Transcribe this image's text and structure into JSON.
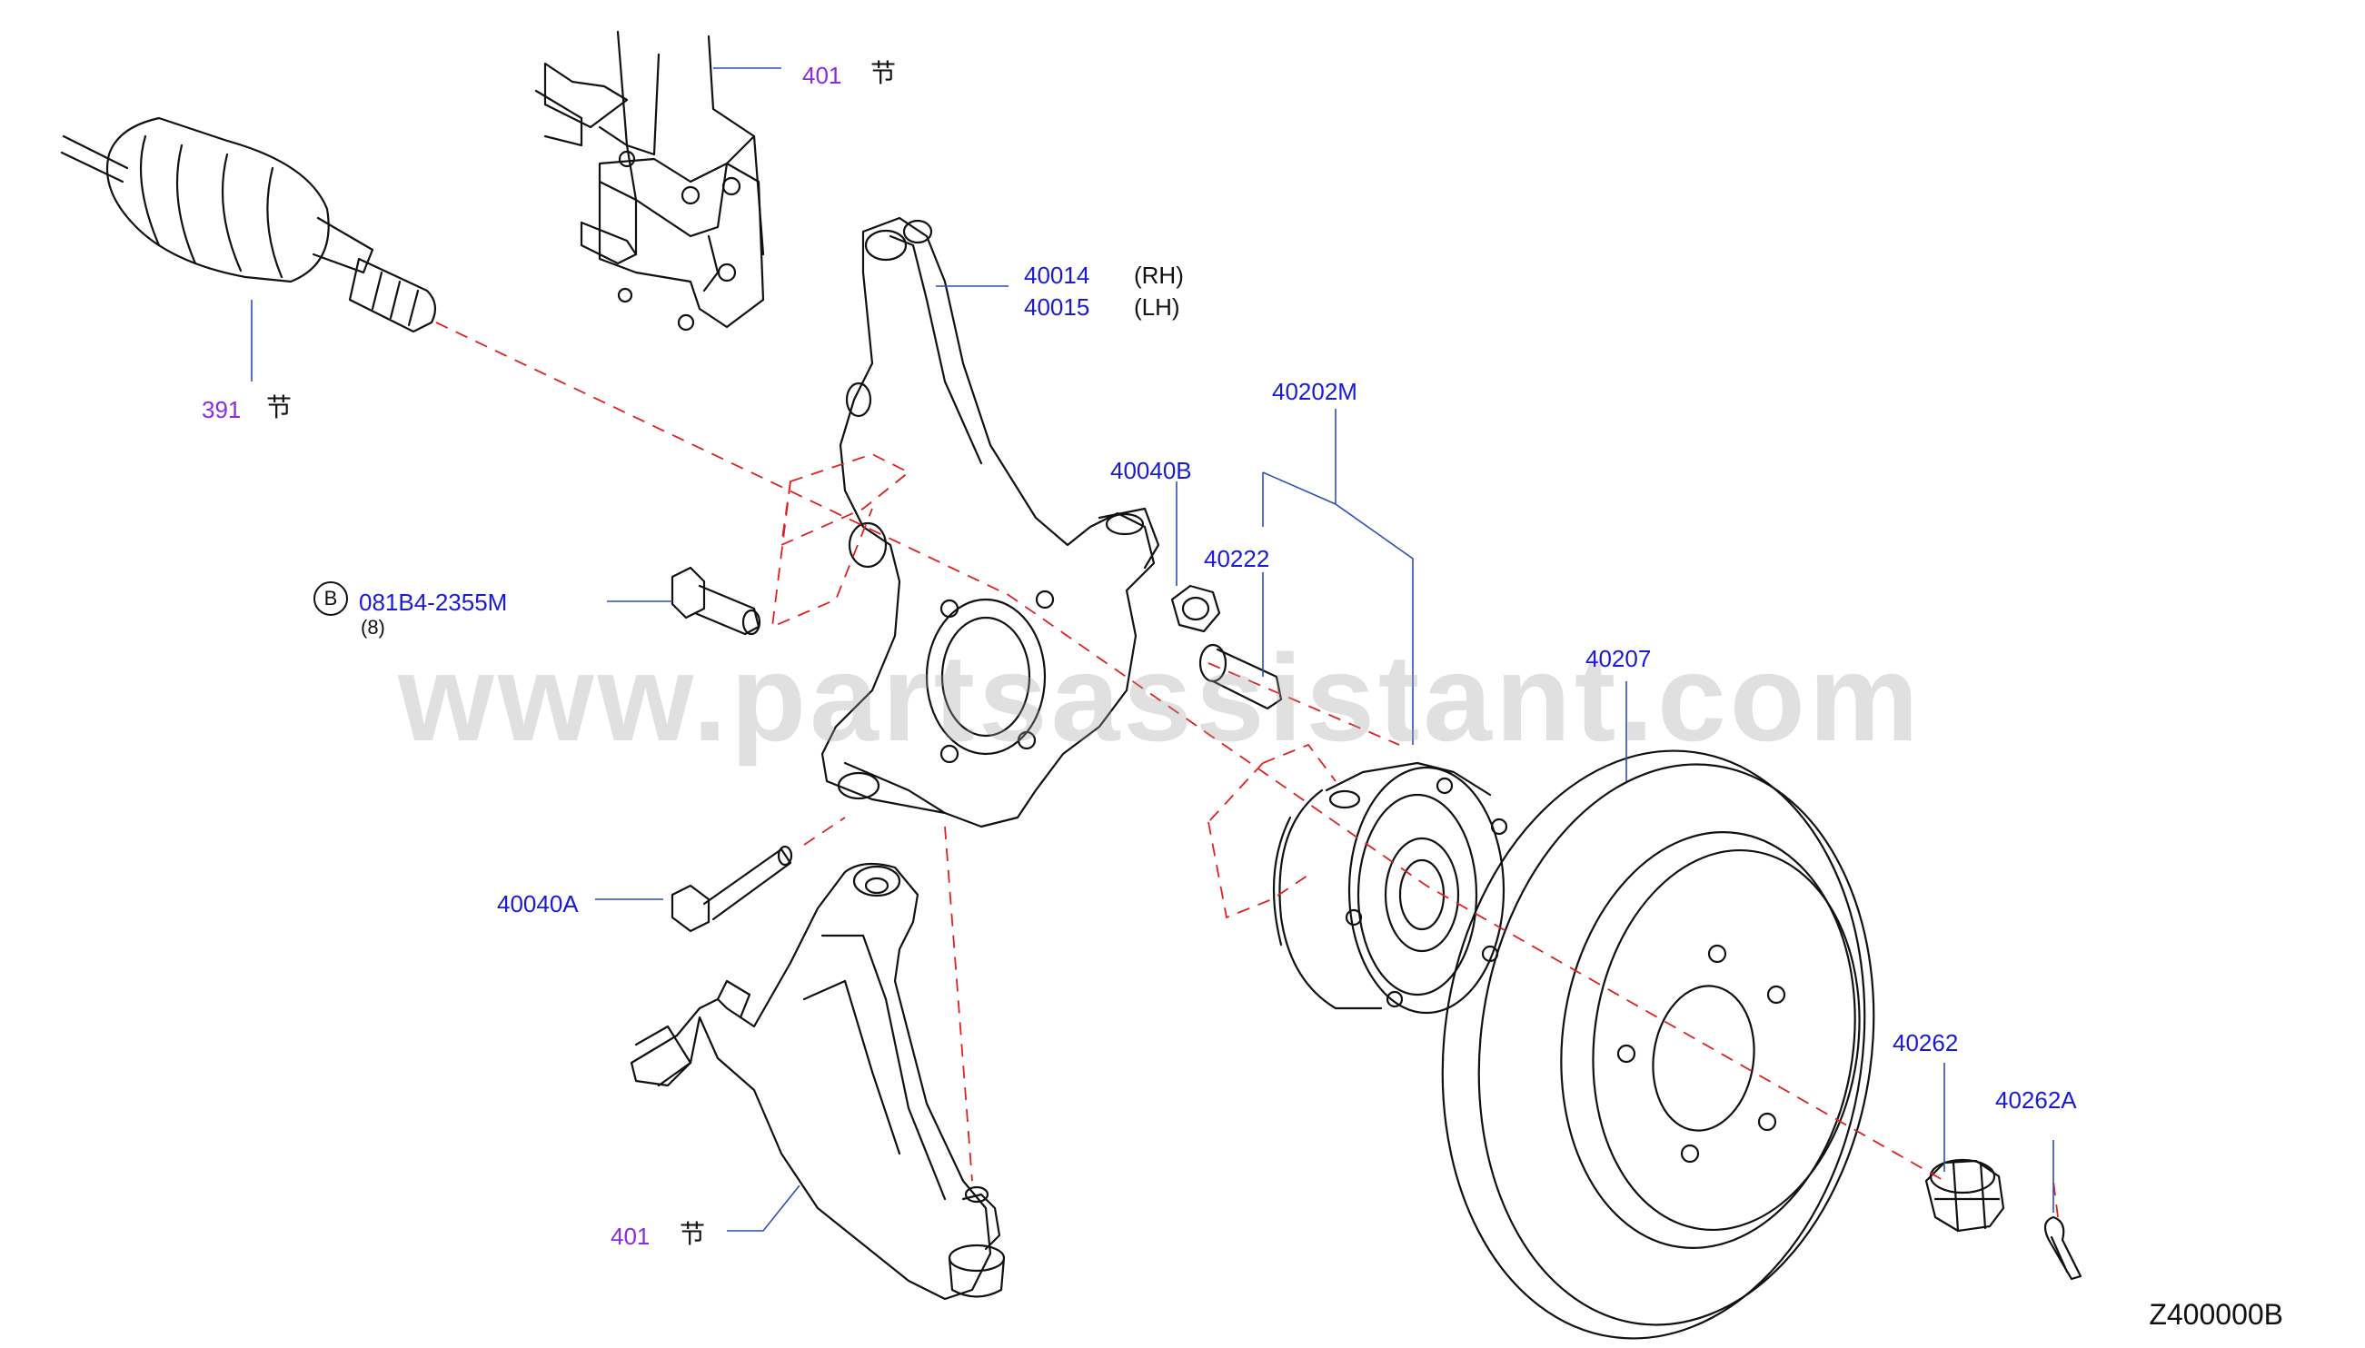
{
  "diagram": {
    "watermark": "www.partsassistant.com",
    "code": "Z400000B",
    "callouts": [
      {
        "id": "strut",
        "number": "401",
        "suffix": "节",
        "color": "purple"
      },
      {
        "id": "drive-shaft",
        "number": "391",
        "suffix": "节",
        "color": "purple"
      },
      {
        "id": "knuckle-rh",
        "number": "40014",
        "side": "(RH)"
      },
      {
        "id": "knuckle-lh",
        "number": "40015",
        "side": "(LH)"
      },
      {
        "id": "hub-assembly",
        "number": "40202M"
      },
      {
        "id": "nut-40040b",
        "number": "40040B"
      },
      {
        "id": "hub-bolt",
        "number": "40222"
      },
      {
        "id": "bolt-b",
        "badge": "B",
        "number": "081B4-2355M",
        "qty": "(8)"
      },
      {
        "id": "rotor",
        "number": "40207"
      },
      {
        "id": "bolt-40040a",
        "number": "40040A"
      },
      {
        "id": "hub-nut",
        "number": "40262"
      },
      {
        "id": "cotter-pin",
        "number": "40262A"
      },
      {
        "id": "lower-arm",
        "number": "401",
        "suffix": "节",
        "color": "purple"
      }
    ]
  }
}
